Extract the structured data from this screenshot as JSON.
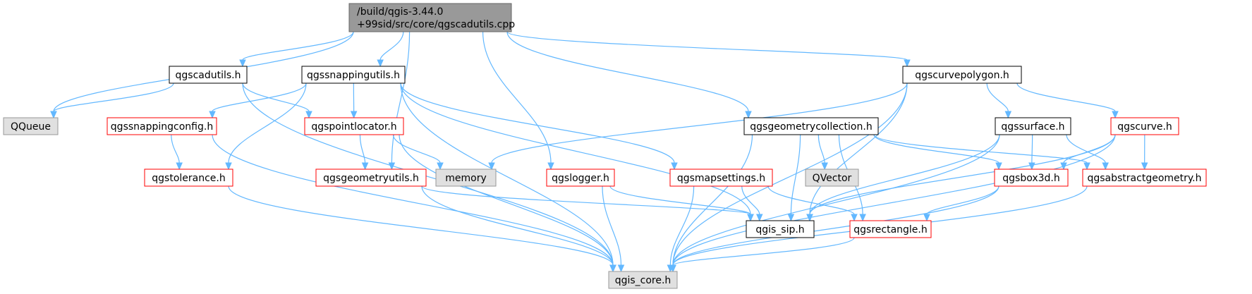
{
  "graph": {
    "root": {
      "line1": "/build/qgis-3.44.0",
      "line2": "+99sid/src/core/qgscadutils.cpp"
    },
    "nodes": [
      {
        "id": "qqueue",
        "label": "QQueue",
        "style": "external"
      },
      {
        "id": "qgscadutils",
        "label": "qgscadutils.h",
        "style": "normal"
      },
      {
        "id": "qgssnappingutils",
        "label": "qgssnappingutils.h",
        "style": "normal"
      },
      {
        "id": "qgscurvepolygon",
        "label": "qgscurvepolygon.h",
        "style": "normal"
      },
      {
        "id": "qgssnappingconfig",
        "label": "qgssnappingconfig.h",
        "style": "truncated"
      },
      {
        "id": "qgspointlocator",
        "label": "qgspointlocator.h",
        "style": "truncated"
      },
      {
        "id": "qgsgeometrycollection",
        "label": "qgsgeometrycollection.h",
        "style": "normal"
      },
      {
        "id": "qgssurface",
        "label": "qgssurface.h",
        "style": "normal"
      },
      {
        "id": "qgscurve",
        "label": "qgscurve.h",
        "style": "truncated"
      },
      {
        "id": "qgstolerance",
        "label": "qgstolerance.h",
        "style": "truncated"
      },
      {
        "id": "qgsgeometryutils",
        "label": "qgsgeometryutils.h",
        "style": "truncated"
      },
      {
        "id": "memory",
        "label": "memory",
        "style": "external"
      },
      {
        "id": "qgslogger",
        "label": "qgslogger.h",
        "style": "truncated"
      },
      {
        "id": "qgsmapsettings",
        "label": "qgsmapsettings.h",
        "style": "truncated"
      },
      {
        "id": "qvector",
        "label": "QVector",
        "style": "external"
      },
      {
        "id": "qgsbox3d",
        "label": "qgsbox3d.h",
        "style": "truncated"
      },
      {
        "id": "qgsabstractgeometry",
        "label": "qgsabstractgeometry.h",
        "style": "truncated"
      },
      {
        "id": "qgis_sip",
        "label": "qgis_sip.h",
        "style": "normal"
      },
      {
        "id": "qgsrectangle",
        "label": "qgsrectangle.h",
        "style": "truncated"
      },
      {
        "id": "qgis_core",
        "label": "qgis_core.h",
        "style": "external"
      }
    ],
    "edges": [
      [
        "root",
        "qqueue"
      ],
      [
        "root",
        "qgscadutils"
      ],
      [
        "root",
        "qgssnappingutils"
      ],
      [
        "root",
        "qgsgeometryutils"
      ],
      [
        "root",
        "qgslogger"
      ],
      [
        "root",
        "qgsgeometrycollection"
      ],
      [
        "root",
        "qgscurvepolygon"
      ],
      [
        "qgscadutils",
        "qqueue"
      ],
      [
        "qgscadutils",
        "qgspointlocator"
      ],
      [
        "qgscadutils",
        "qgis_core"
      ],
      [
        "qgssnappingutils",
        "qgssnappingconfig"
      ],
      [
        "qgssnappingutils",
        "qgspointlocator"
      ],
      [
        "qgssnappingutils",
        "qgstolerance"
      ],
      [
        "qgssnappingutils",
        "qgsmapsettings"
      ],
      [
        "qgssnappingutils",
        "qgis_sip"
      ],
      [
        "qgssnappingutils",
        "qgis_core"
      ],
      [
        "qgssnappingconfig",
        "qgstolerance"
      ],
      [
        "qgssnappingconfig",
        "qgis_core"
      ],
      [
        "qgstolerance",
        "qgis_core"
      ],
      [
        "qgspointlocator",
        "qgsgeometryutils"
      ],
      [
        "qgspointlocator",
        "memory"
      ],
      [
        "qgspointlocator",
        "qgis_core"
      ],
      [
        "qgsgeometryutils",
        "qgis_sip"
      ],
      [
        "qgsgeometryutils",
        "qgis_core"
      ],
      [
        "qgslogger",
        "qgis_sip"
      ],
      [
        "qgslogger",
        "qgis_core"
      ],
      [
        "qgsmapsettings",
        "qgis_sip"
      ],
      [
        "qgsmapsettings",
        "qgsrectangle"
      ],
      [
        "qgsmapsettings",
        "qgis_core"
      ],
      [
        "qgsgeometrycollection",
        "qvector"
      ],
      [
        "qgsgeometrycollection",
        "qgis_sip"
      ],
      [
        "qgsgeometrycollection",
        "qgsrectangle"
      ],
      [
        "qgsgeometrycollection",
        "qgsbox3d"
      ],
      [
        "qgsgeometrycollection",
        "qgsabstractgeometry"
      ],
      [
        "qgsgeometrycollection",
        "qgis_core"
      ],
      [
        "qgscurvepolygon",
        "memory"
      ],
      [
        "qgscurvepolygon",
        "qgis_sip"
      ],
      [
        "qgscurvepolygon",
        "qgssurface"
      ],
      [
        "qgscurvepolygon",
        "qgscurve"
      ],
      [
        "qgscurvepolygon",
        "qgis_core"
      ],
      [
        "qgssurface",
        "qgis_sip"
      ],
      [
        "qgssurface",
        "qgsbox3d"
      ],
      [
        "qgssurface",
        "qgsabstractgeometry"
      ],
      [
        "qgssurface",
        "qgis_core"
      ],
      [
        "qgscurve",
        "qgsbox3d"
      ],
      [
        "qgscurve",
        "qgsabstractgeometry"
      ],
      [
        "qgscurve",
        "qgis_sip"
      ],
      [
        "qgscurve",
        "qgis_core"
      ],
      [
        "qgsbox3d",
        "qgsrectangle"
      ],
      [
        "qgsbox3d",
        "qgis_core"
      ],
      [
        "qgsabstractgeometry",
        "qgis_core"
      ],
      [
        "qgsrectangle",
        "qgis_core"
      ]
    ],
    "colors": {
      "edge": "#63b8ff",
      "node_border": "#000000",
      "truncated_border": "#ff0000",
      "external_fill": "#e0e0e0",
      "external_border": "#999999",
      "root_fill": "#999999",
      "root_border": "#666666"
    }
  }
}
